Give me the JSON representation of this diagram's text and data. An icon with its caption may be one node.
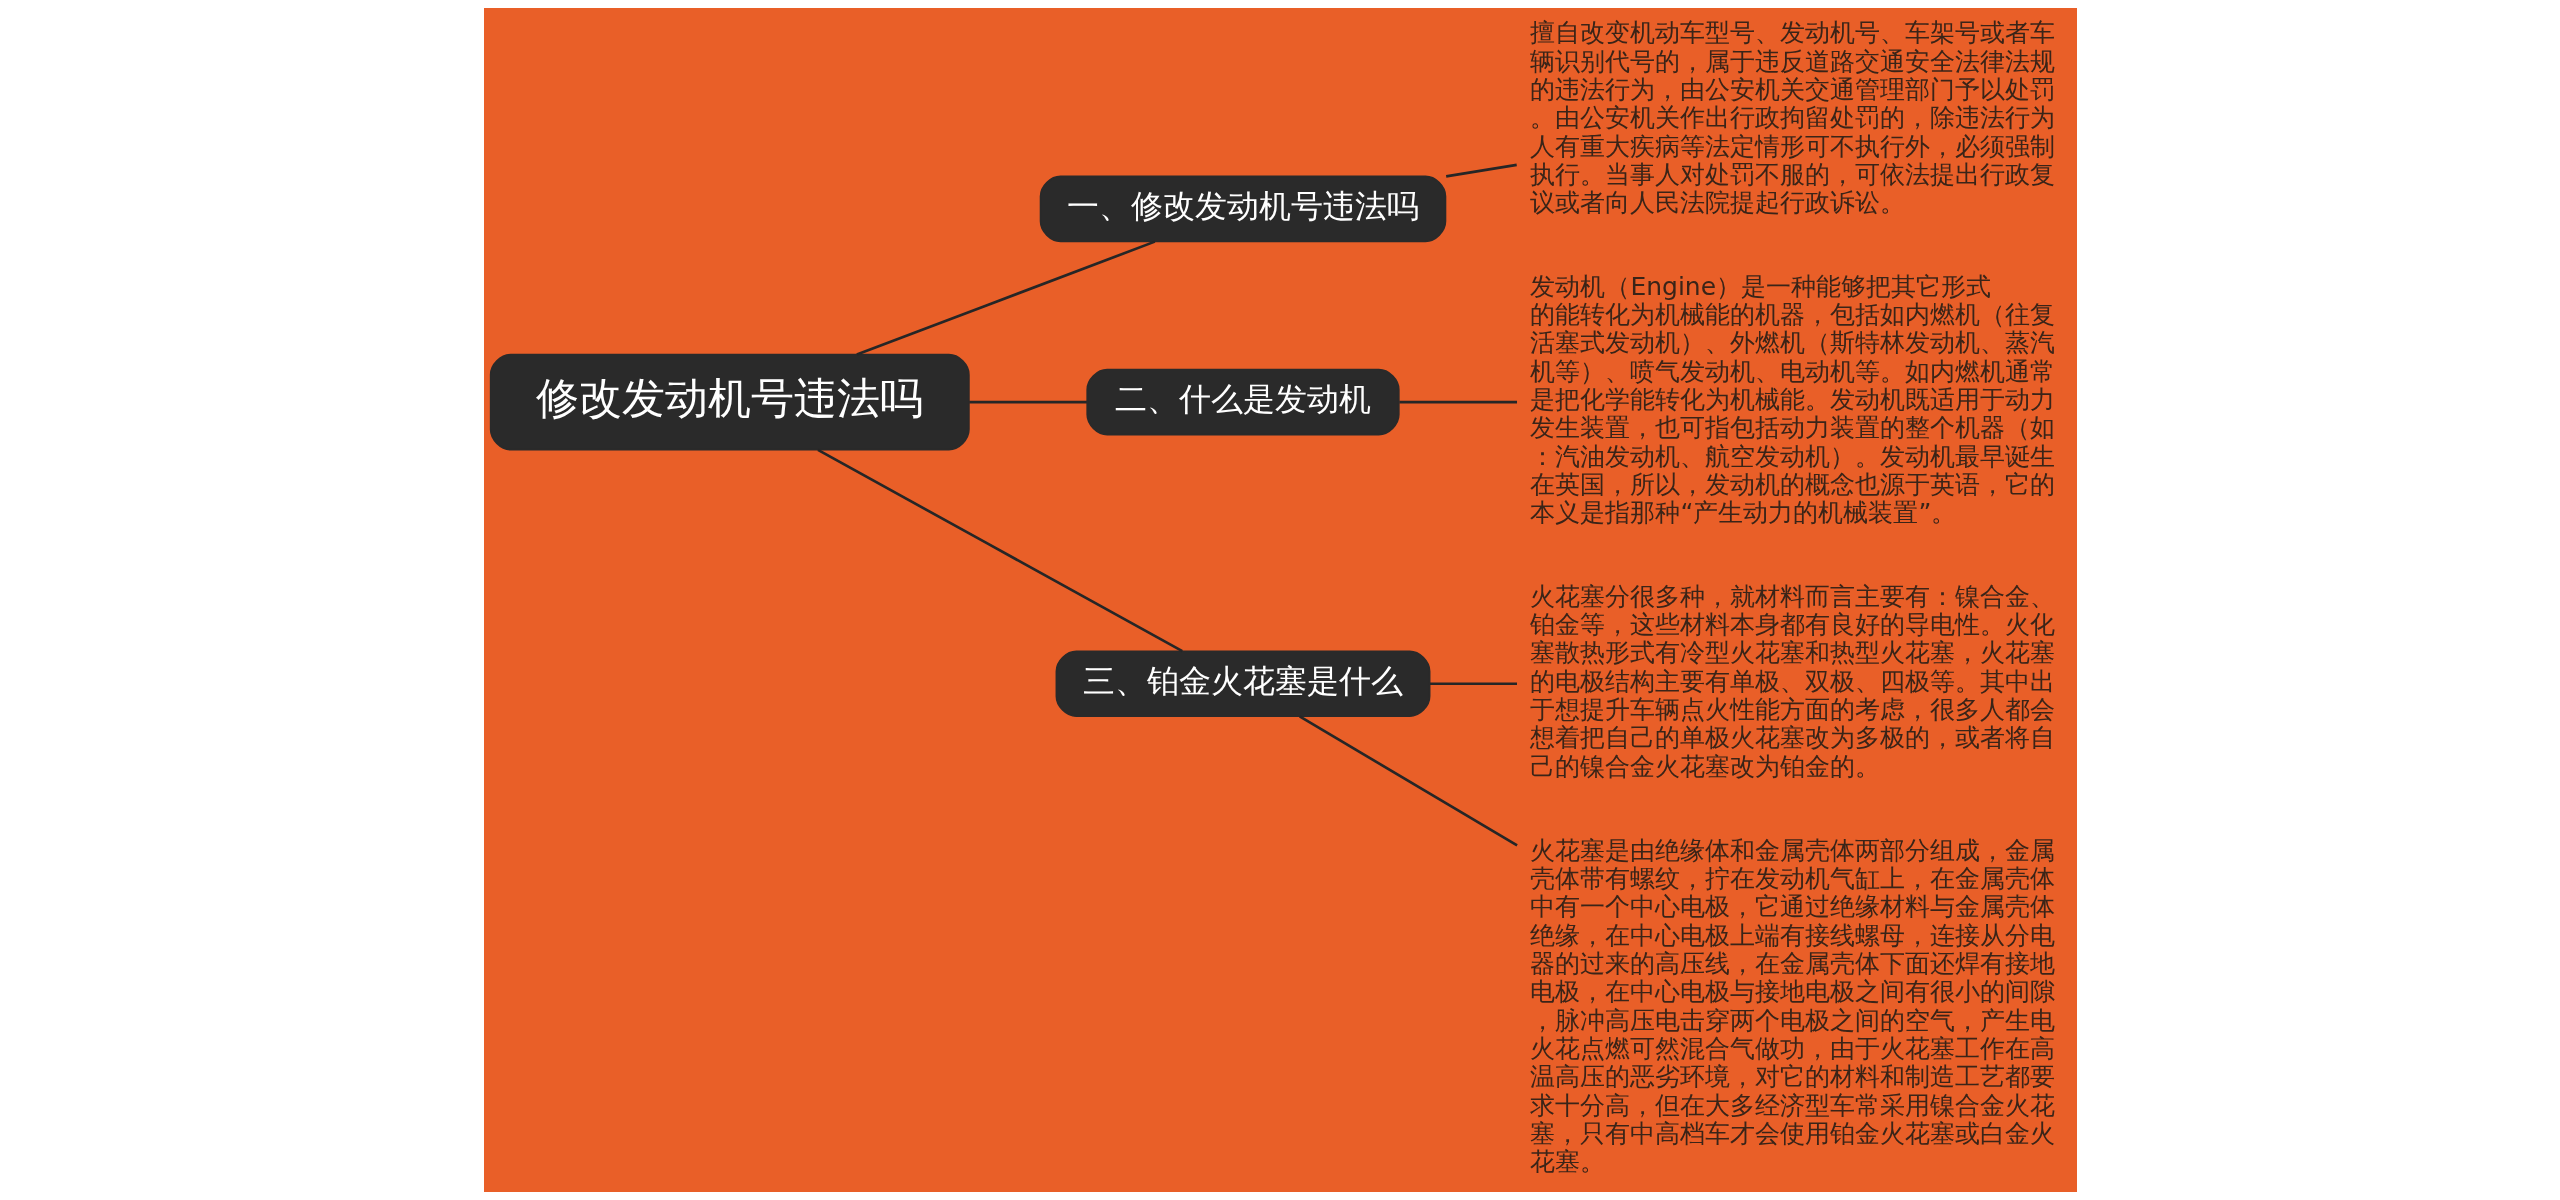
{
  "diagram": {
    "nodes": [
      {
        "text": [
          "修改发动机号违法吗"
        ]
      },
      {
        "text": [
          "一、修改发动机号违法吗"
        ]
      },
      {
        "text": [
          "擅自改变机动车型号、发动机号、车架号或者车辆识别代号的，属于违反道路交通安全法律法规的违法行为，由公安机关交通管理部门予以处罚。由公安机关作出行政拘留处罚的，除违法行为人有重大疾病等法定情形可不执行外，必须强制执行。当事人对处罚不服的，可依法提出行政复议或者向人民法院提起行政诉讼。"
        ]
      },
      {
        "text": [
          "二、什么是发动机"
        ]
      },
      {
        "text": [
          "发动机（Engine）是一种能够把其它形式的能转化为机械能的机器，包括如内燃机（往复活塞式发动机）、外燃机（斯特林发动机、蒸汽机等）、喷气发动机、电动机等。如内燃机通常是把化学能转化为机械能。发动机既适用于动力发生装置，也可指包括动力装置的整个机器（如：汽油发动机、航空发动机）。发动机最早诞生在英国，所以，发动机的概念也源于英语，它的本义是指那种“产生动力的机械装置”。"
        ]
      },
      {
        "text": [
          "三、铂金火花塞是什么"
        ]
      },
      {
        "text": [
          "火花塞分很多种，就材料而言主要有：镍合金、铂金等，这些材料本身都有良好的导电性。火化塞散热形式有冷型火花塞和热型火花塞，火花塞的电极结构主要有单极、双极、四极等。其中出于想提升车辆点火性能方面的考虑，很多人都会想着把自己的单极火花塞改为多极的，或者将自己的镍合金火花塞改为铂金的。"
        ]
      },
      {
        "text": [
          "火花塞是由绝缘体和金属壳体两部分组成，金属壳体带有螺纹，拧在发动机气缸上，在金属壳体中有一个中心电极，它通过绝缘材料与金属壳体绝缘，在中心电极上端有接线螺母，连接从分电器的过来的高压线，在金属壳体下面还焊有接地电极，在中心电极与接地电极之间有很小的间隙，脉冲高压电击穿两个电极之间的空气，产生电火花点燃可然混合气做功，由于火花塞工作在高温高压的恶劣环境，对它的材料和制造工艺都要求十分高，但在大多经济型车常采用镍合金火花塞，只有中高档车才会使用铂金火花塞或白金火花塞。"
        ]
      }
    ],
    "edges": [
      {
        "from": 0,
        "to": 1,
        "arrow": "none"
      },
      {
        "from": 1,
        "to": 2,
        "arrow": "none"
      },
      {
        "from": 0,
        "to": 3,
        "arrow": "none"
      },
      {
        "from": 3,
        "to": 4,
        "arrow": "none"
      },
      {
        "from": 0,
        "to": 5,
        "arrow": "none"
      },
      {
        "from": 5,
        "to": 6,
        "arrow": "none"
      },
      {
        "from": 5,
        "to": 7,
        "arrow": "none"
      }
    ]
  }
}
